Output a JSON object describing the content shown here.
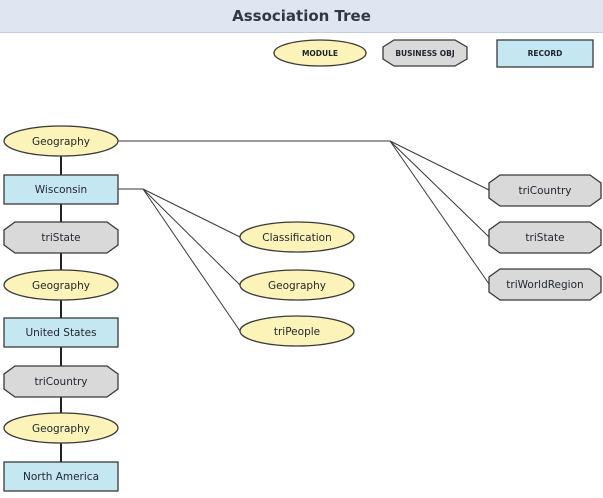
{
  "window": {
    "title": "Association Tree"
  },
  "legend": {
    "module": "MODULE",
    "business_obj": "BUSINESS OBJ",
    "record": "RECORD"
  },
  "nodes": {
    "geography_root": "Geography",
    "wisconsin": "Wisconsin",
    "tristate_left": "triState",
    "geography_2": "Geography",
    "united_states": "United States",
    "tricountry_left": "triCountry",
    "geography_3": "Geography",
    "north_america": "North America",
    "classification": "Classification",
    "geography_mid": "Geography",
    "tripeople": "triPeople",
    "tricountry_right": "triCountry",
    "tristate_right": "triState",
    "triworldregion": "triWorldRegion"
  },
  "colors": {
    "module_fill": "#fbf3b7",
    "business_obj_fill": "#d9d9d9",
    "record_fill": "#c5e7f2"
  }
}
